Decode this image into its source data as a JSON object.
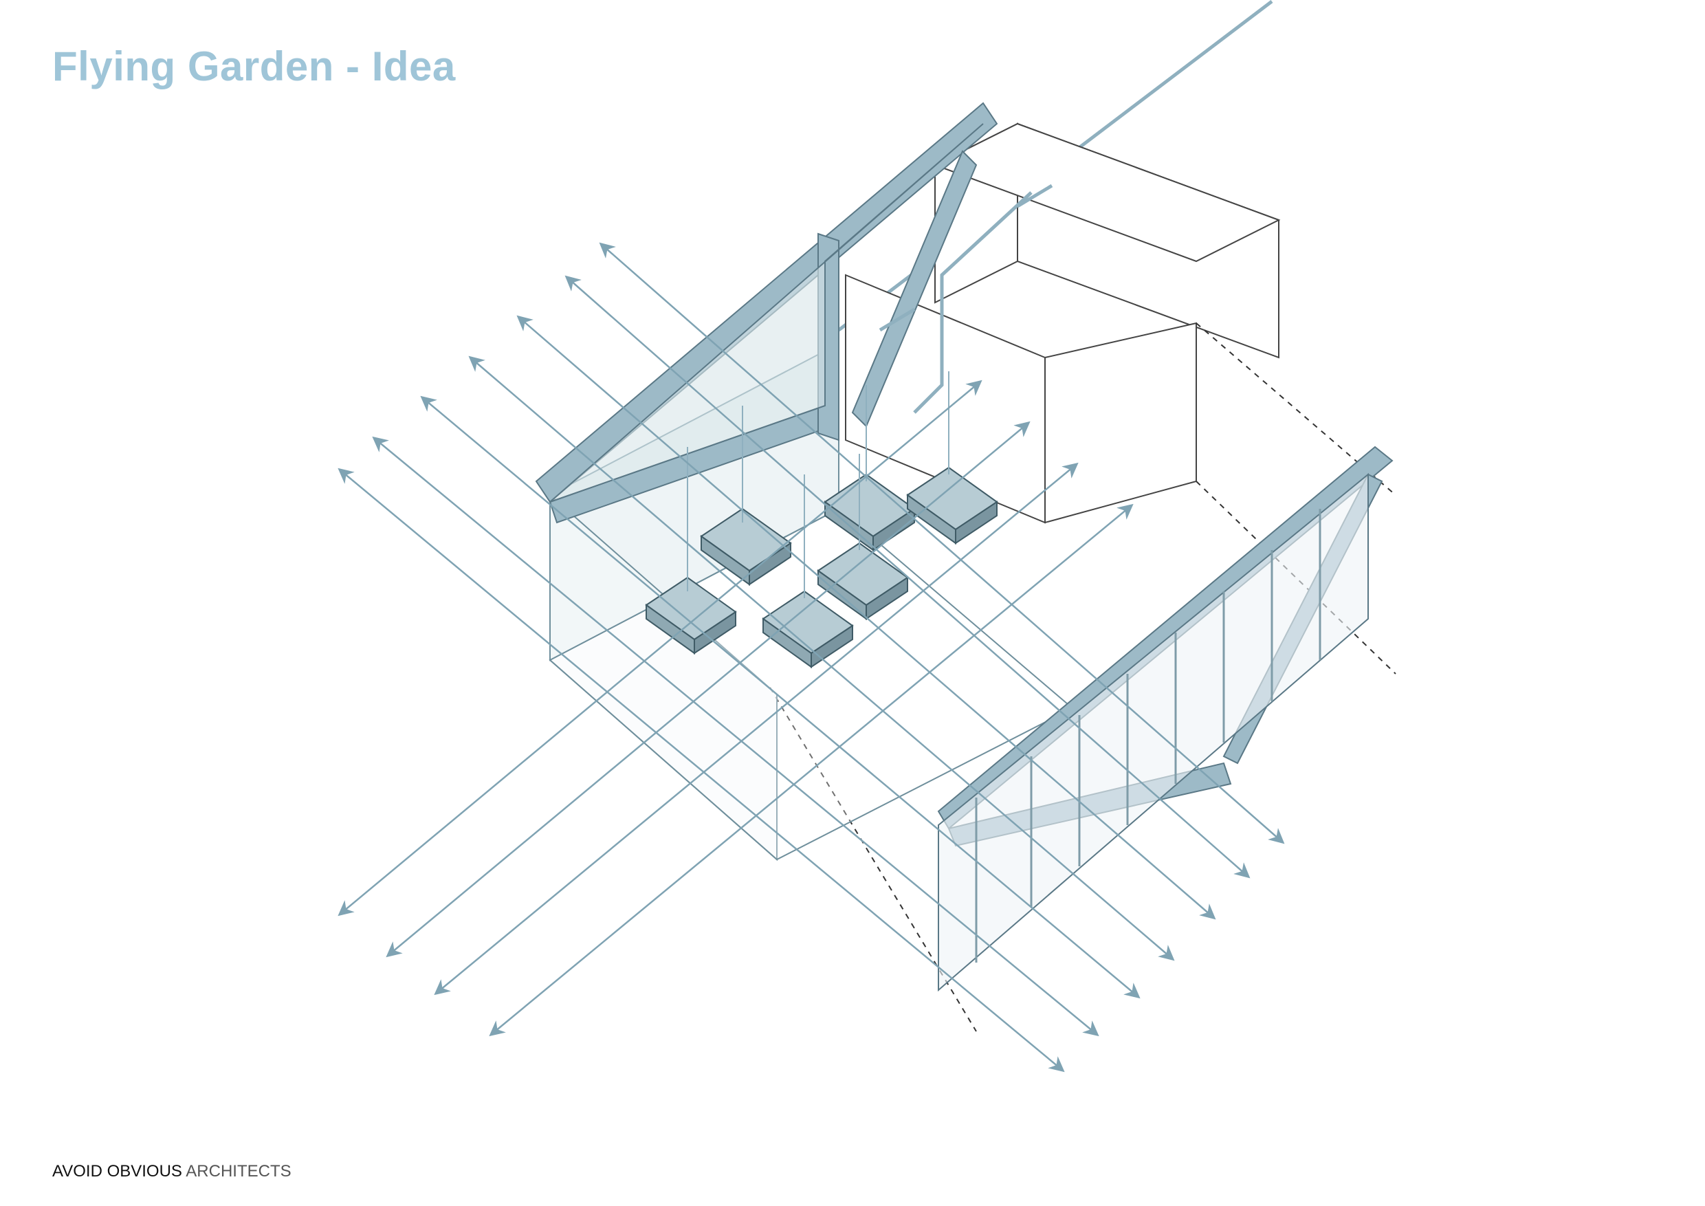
{
  "header": {
    "title": "Flying Garden - Idea"
  },
  "footer": {
    "brand_bold": "AVOID OBVIOUS",
    "brand_light": " ARCHITECTS"
  },
  "colors": {
    "title": "#9fc5d8",
    "frame": "#8fb0bf",
    "glass": "#d9e6ea",
    "line": "#7fa3b3",
    "ink": "#333333"
  }
}
